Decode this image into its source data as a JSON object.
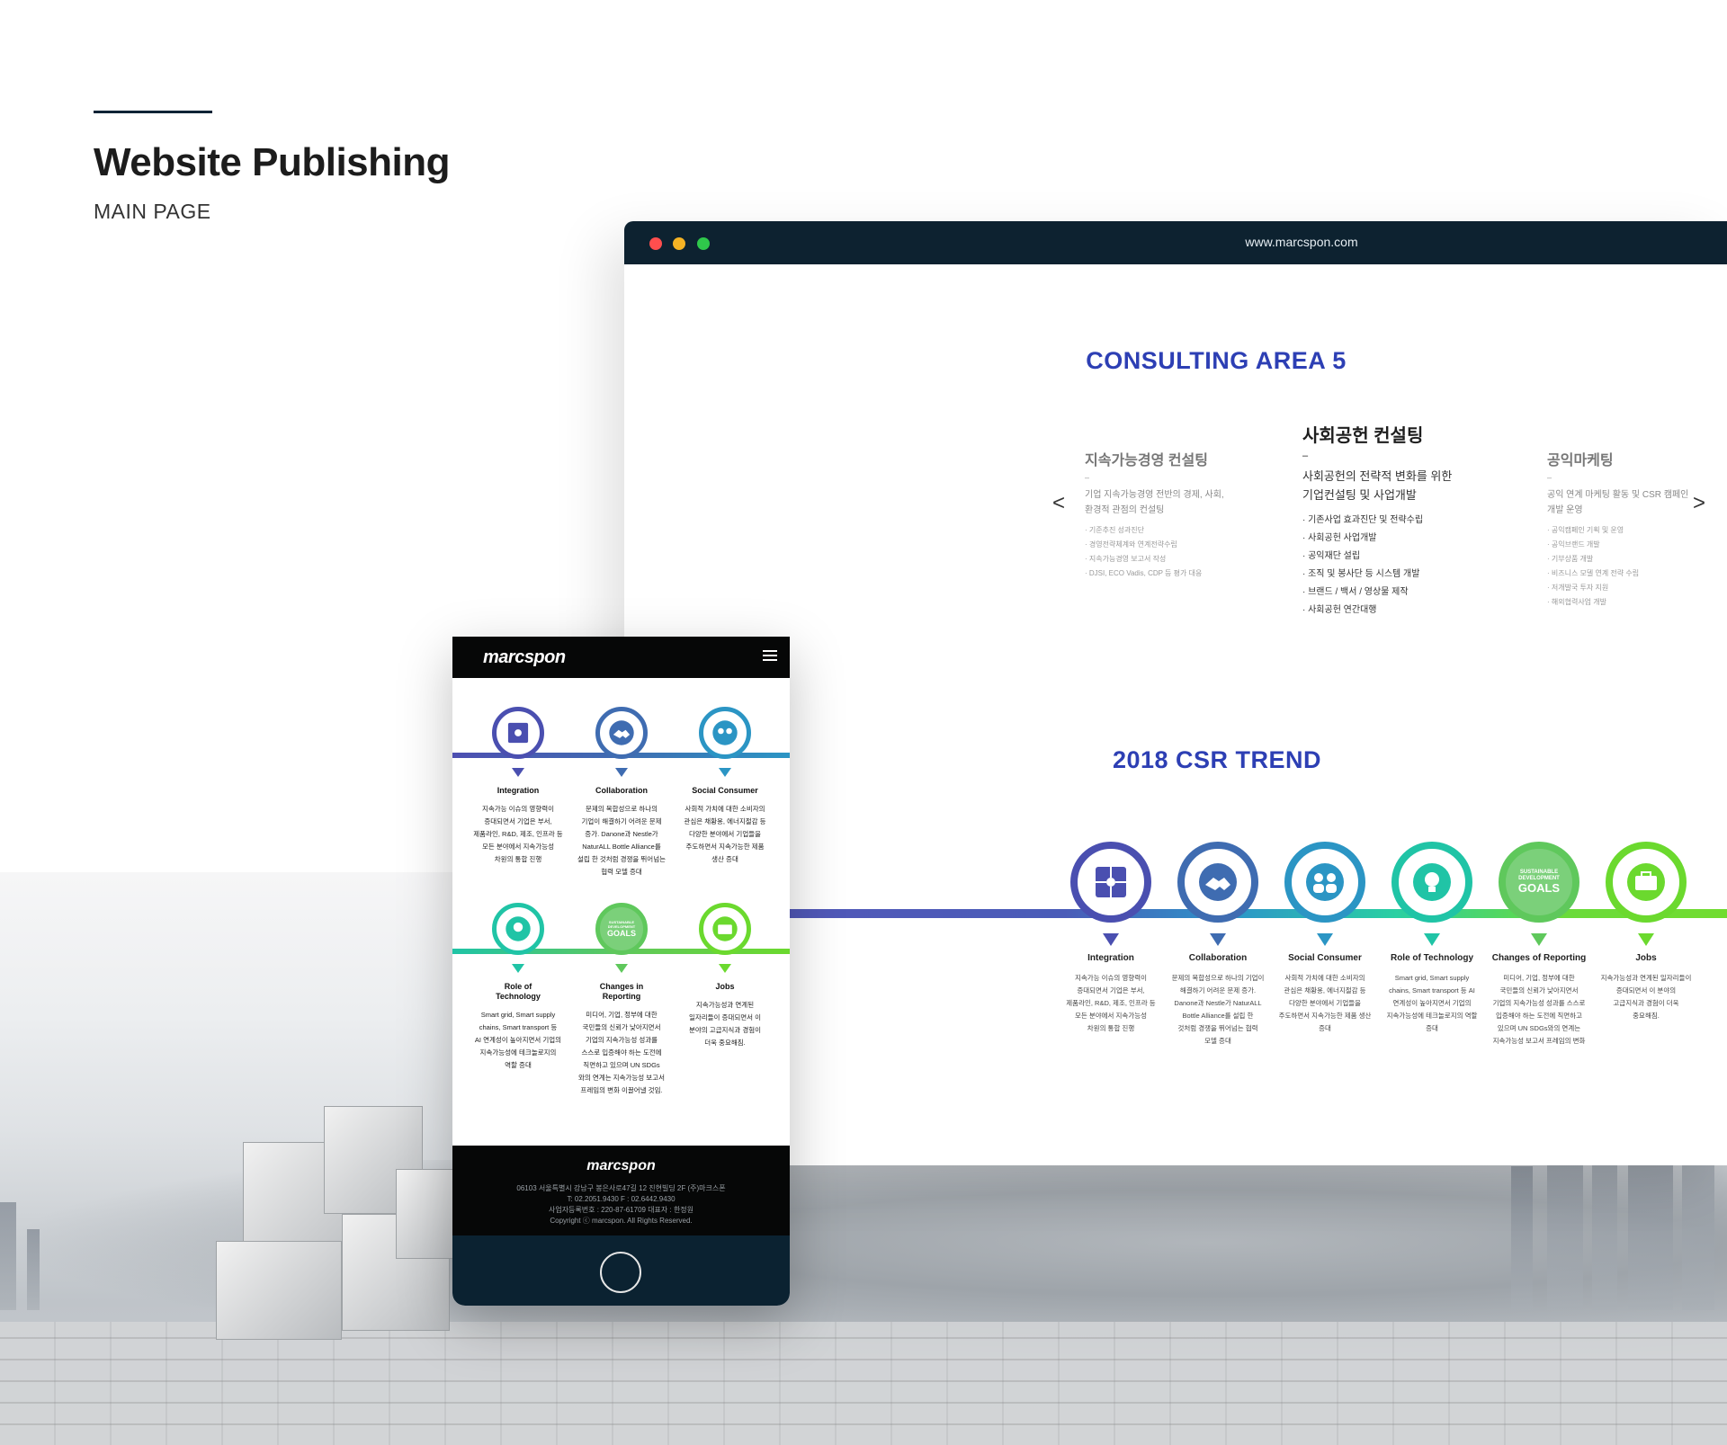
{
  "heading": {
    "title": "Website Publishing",
    "subtitle": "MAIN PAGE"
  },
  "browser": {
    "url": "www.marcspon.com",
    "consulting": {
      "title": "CONSULTING AREA 5",
      "prev_label": "<",
      "next_label": ">",
      "left": {
        "title": "지속가능경영 컨설팅",
        "dash": "–",
        "desc1": "기업 지속가능경영 전반의 경제, 사회,",
        "desc2": "환경적 관점의 컨설팅",
        "items": [
          "· 기준추진 성과진단",
          "· 경영전략체계와 연계전략수립",
          "· 지속가능경영 보고서 작성",
          "· DJSI, ECO Vadis, CDP 등 평가 대응"
        ]
      },
      "center": {
        "title": "사회공헌 컨설팅",
        "dash": "–",
        "desc1": "사회공헌의 전략적 변화를 위한",
        "desc2": "기업컨설팅 및 사업개발",
        "items": [
          "· 기존사업 효과진단 및 전략수립",
          "· 사회공헌 사업개발",
          "· 공익재단 설립",
          "· 조직 및 봉사단 등 시스템 개발",
          "· 브랜드 / 백서 / 영상물 제작",
          "· 사회공헌 연간대행"
        ]
      },
      "right": {
        "title": "공익마케팅",
        "dash": "–",
        "desc1": "공익 연계 마케팅 활동 및 CSR 캠페인",
        "desc2": "개발 운영",
        "items": [
          "· 공익캠페인 기획 및 운영",
          "· 공익브랜드 개발",
          "· 기부상품 개발",
          "· 비즈니스 모델 연계 전략 수립",
          "· 저개발국 투자 지원",
          "· 해외협력사업 개발"
        ]
      }
    },
    "csr": {
      "title": "2018 CSR TREND",
      "items": [
        {
          "name": "Integration",
          "icon": "puzzle-icon",
          "color": "#4a4fb0",
          "desc": [
            "지속가능 이슈의 영향력이",
            "증대되면서 기업은 부서,",
            "제품라인, R&D, 제조, 인프라 등",
            "모든 분야에서 지속가능성",
            "차원의 통합 진행"
          ]
        },
        {
          "name": "Collaboration",
          "icon": "handshake-icon",
          "color": "#3f6cb1",
          "desc": [
            "문제의 복합성으로 하나의 기업이",
            "해결하기 어려운 문제 증가.",
            "Danone과 Nestle가 NaturALL",
            "Bottle Alliance를 설립 한",
            "것처럼 경쟁을 뛰어넘는 협력",
            "모델 증대"
          ]
        },
        {
          "name": "Social Consumer",
          "icon": "people-icon",
          "color": "#2b95c4",
          "desc": [
            "사회적 가치에 대한 소비자의",
            "관심은 채황용, 에너지절감 등",
            "다양한 분야에서 기업들을",
            "주도하면서 지속가능한 제품 생산",
            "증대"
          ]
        },
        {
          "name": "Role of Technology",
          "icon": "lightbulb-icon",
          "color": "#20c4a6",
          "desc": [
            "Smart grid, Smart supply",
            "chains, Smart transport 등 AI",
            "연계성이 높아지면서 기업의",
            "지속가능성에 테크놀로지의 역할",
            "증대"
          ]
        },
        {
          "name": "Changes of Reporting",
          "icon": "sdg-goals-icon",
          "color": "#5fc85c",
          "desc": [
            "미디어, 기업, 정부에 대한",
            "국민들의 신뢰가 낮아지면서",
            "기업의 지속가능성 성과를 스스로",
            "입증해야 하는 도전에 직면하고",
            "있으며 UN SDGs와의 연계는",
            "지속가능성 보고서 프레임의 변화"
          ]
        },
        {
          "name": "Jobs",
          "icon": "briefcase-icon",
          "color": "#6bd92e",
          "desc": [
            "지속가능성과 연계된 일자리들이",
            "증대되면서 이 분야의",
            "고급지식과 경험이 더욱",
            "중요해짐."
          ]
        }
      ],
      "goals_label": [
        "SUSTAINABLE",
        "DEVELOPMENT",
        "GOALS"
      ]
    }
  },
  "phone": {
    "logo": "marcspon",
    "menu_icon": "hamburger-icon",
    "items": [
      {
        "name": "Integration",
        "desc": [
          "지속가능 이슈의 영향력이",
          "증대되면서 기업은 부서,",
          "제품라인, R&D, 제조, 인프라 등",
          "모든 분야에서 지속가능성",
          "차원의 통합 진행"
        ]
      },
      {
        "name": "Collaboration",
        "desc": [
          "문제의 복합성으로 하나의",
          "기업이 해결하기 어려운 문제",
          "증가. Danone과 Nestle가",
          "NaturALL Bottle Alliance를",
          "설립 한 것처럼 경쟁을 뛰어넘는",
          "협력 모델 증대"
        ]
      },
      {
        "name": "Social Consumer",
        "desc": [
          "사회적 가치에 대한 소비자의",
          "관심은 채황용, 에너지절감 등",
          "다양한 분야에서 기업들을",
          "주도하면서 지속가능한 제품",
          "생산 증대"
        ]
      },
      {
        "name_lines": [
          "Role of",
          "Technology"
        ],
        "desc": [
          "Smart grid, Smart supply",
          "chains, Smart transport 등",
          "AI 연계성이 높아지면서 기업의",
          "지속가능성에 테크놀로지의",
          "역할 증대"
        ]
      },
      {
        "name_lines": [
          "Changes in",
          "Reporting"
        ],
        "desc": [
          "미디어, 기업, 정부에 대한",
          "국민들의 신뢰가 낮아지면서",
          "기업의 지속가능성 성과를",
          "스스로 입증해야 하는 도전에",
          "직면하고 있으며 UN SDGs",
          "와의 연계는 지속가능성 보고서",
          "프레임의 변화 이끌어낼 것임."
        ]
      },
      {
        "name": "Jobs",
        "desc": [
          "지속가능성과 연계된",
          "일자리들이 증대되면서 이",
          "분야의 고급지식과 경험이",
          "더욱 중요해짐."
        ]
      }
    ],
    "footer": {
      "logo": "marcspon",
      "lines": [
        "06103 서울특별시 강남구 봉은사로47길 12 진현빌딩 2F (주)마크스폰",
        "T: 02.2051.9430    F : 02.6442.9430",
        "사업자등록번호 : 220-87-61709    대표자 : 한정원",
        "Copyright ⓒ marcspon. All Rights Reserved."
      ]
    },
    "home_button": "home-button"
  }
}
